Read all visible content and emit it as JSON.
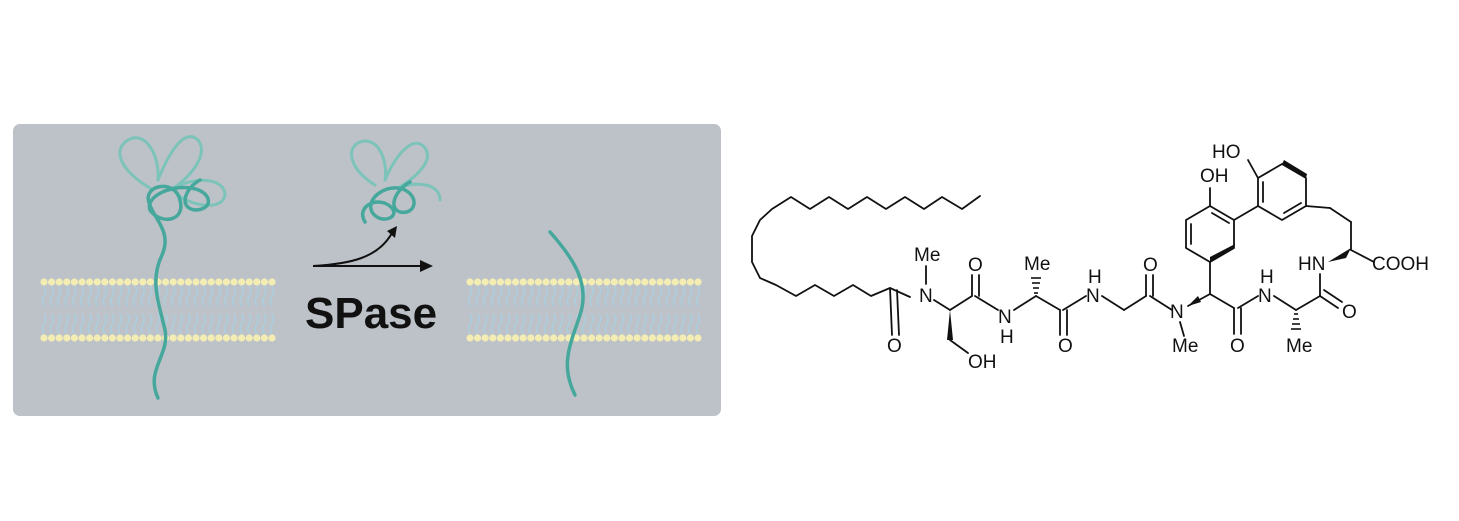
{
  "panel": {
    "background_color": "#bcc2c8",
    "enzyme_label": "SPase"
  },
  "colors": {
    "protein": "#46a89c",
    "protein_light": "#7cc3b9",
    "lipid_head": "#f3edb3",
    "lipid_tail": "#a9cfe0",
    "bond": "#111111"
  },
  "molecule": {
    "labels": {
      "me_n1": "Me",
      "n1": "N",
      "o_acyl": "O",
      "o_ser": "O",
      "oh_ser": "OH",
      "nh1_n": "N",
      "nh1_h": "H",
      "me_ala1": "Me",
      "o_ala1": "O",
      "nh2_h": "H",
      "nh2_n": "N",
      "o_gly": "O",
      "n_me": "N",
      "me_n2": "Me",
      "o_hpg": "O",
      "nh3_h": "H",
      "nh3_n": "N",
      "me_ala2": "Me",
      "o_ala2": "O",
      "nh4": "HN",
      "cooh": "COOH",
      "oh_ring1": "OH",
      "oh_ring2": "HO"
    }
  }
}
